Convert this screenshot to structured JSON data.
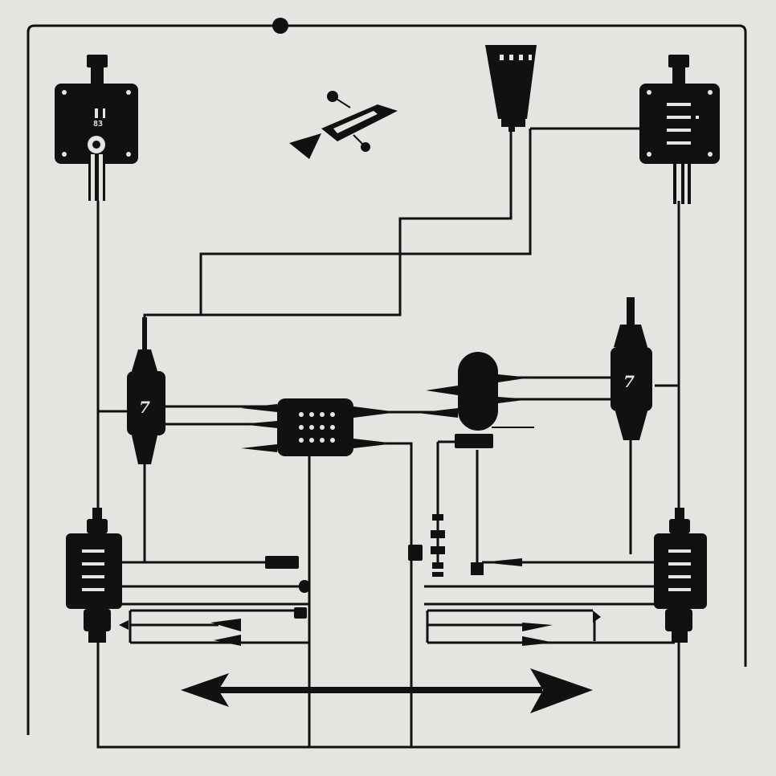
{
  "colors": {
    "background": "#e5e4e0",
    "ink": "#111111"
  },
  "components": {
    "meter_top_left": {
      "icon": "meter-icon",
      "label": "83"
    },
    "connector_left": {
      "icon": "inline-connector-icon",
      "label": "7"
    },
    "connector_right": {
      "icon": "inline-connector-icon",
      "label": "7"
    },
    "hub_center": {
      "icon": "junction-hub-icon"
    },
    "probe_top": {
      "icon": "probe-icon"
    },
    "sensor_top_right": {
      "icon": "sensor-icon"
    },
    "module_bottom_left": {
      "icon": "module-icon"
    },
    "module_bottom_right": {
      "icon": "module-icon"
    },
    "tool_symbol": {
      "icon": "tool-icon"
    },
    "bidirectional_arrow": {
      "icon": "double-arrow-icon"
    }
  }
}
